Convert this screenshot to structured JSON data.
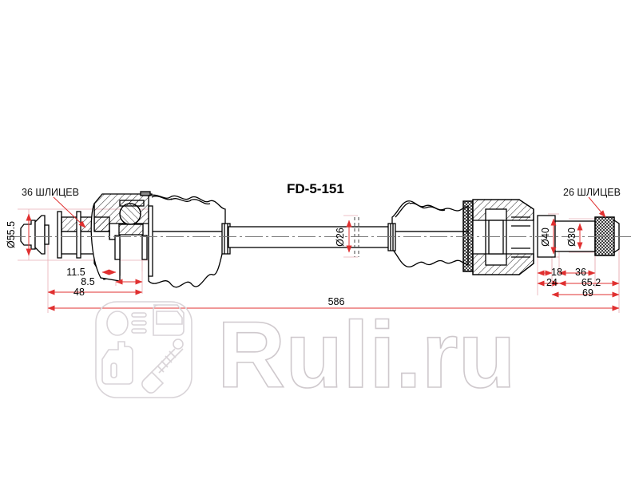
{
  "document": {
    "type": "technical-drawing",
    "subject": "CV axle drive shaft assembly",
    "part_number": "FD-5-151",
    "background_color": "#ffffff",
    "line_color": "#000000",
    "dimension_color": "#e8a0a8",
    "dimension_arrow_color": "#e03030"
  },
  "annotations": {
    "left_spline_label": "36 ШЛИЦЕВ",
    "right_spline_label": "26 ШЛИЦЕВ"
  },
  "dimensions": {
    "left_diameter": "Ø55.5",
    "shaft_diameter": "Ø26",
    "right_diameter_large": "Ø40",
    "right_diameter_small": "Ø30",
    "left_linear": [
      {
        "value": "11.5"
      },
      {
        "value": "8.5"
      },
      {
        "value": "48"
      }
    ],
    "overall_length": "586",
    "right_linear": [
      {
        "value": "18"
      },
      {
        "value": "36"
      },
      {
        "value": "24"
      },
      {
        "value": "65.2"
      },
      {
        "value": "69"
      }
    ]
  },
  "watermark": {
    "text": "Ruli.ru",
    "stroke_color": "#cfc9cd",
    "logo_icons": [
      "headlight-icon",
      "car-door-icon",
      "oil-bottle-icon",
      "shock-absorber-icon"
    ]
  }
}
